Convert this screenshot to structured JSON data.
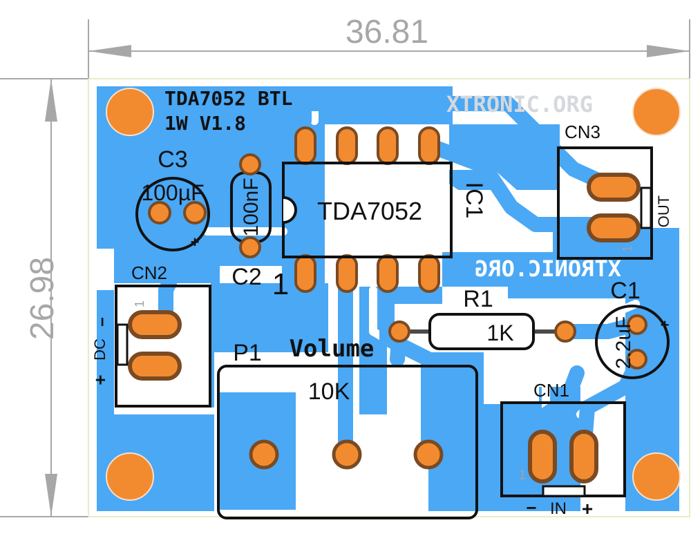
{
  "dimensions": {
    "width": "36.81",
    "height": "26.98"
  },
  "board": {
    "title_line1": "TDA7052 BTL",
    "title_line2": "1W V1.8",
    "watermark": "XTRONIC.ORG",
    "bottom_text": "XTRONIC.ORG",
    "colors": {
      "copper": "#4aa8f5",
      "pad": "#f28b30",
      "pad_ring": "#7a4a22",
      "silk": "#111111",
      "board": "#ffffff"
    }
  },
  "components": {
    "c3": {
      "ref": "C3",
      "value": "100µF",
      "plus": "+"
    },
    "c2": {
      "ref": "C2",
      "value": "100nF"
    },
    "ic1": {
      "ref": "IC1",
      "value": "TDA7052",
      "pin1": "1"
    },
    "cn3": {
      "ref": "CN3",
      "label": "OUT",
      "pin": "1"
    },
    "cn2": {
      "ref": "CN2",
      "label": "DC",
      "minus": "−",
      "plus": "+",
      "pin": "1"
    },
    "p1": {
      "ref": "P1",
      "label": "Volume",
      "value": "10K"
    },
    "r1": {
      "ref": "R1",
      "value": "1K"
    },
    "c1": {
      "ref": "C1",
      "value": "2.2uF",
      "plus": "+"
    },
    "cn1": {
      "ref": "CN1",
      "label": "IN",
      "minus": "−",
      "plus": "+",
      "pin": "1"
    }
  }
}
